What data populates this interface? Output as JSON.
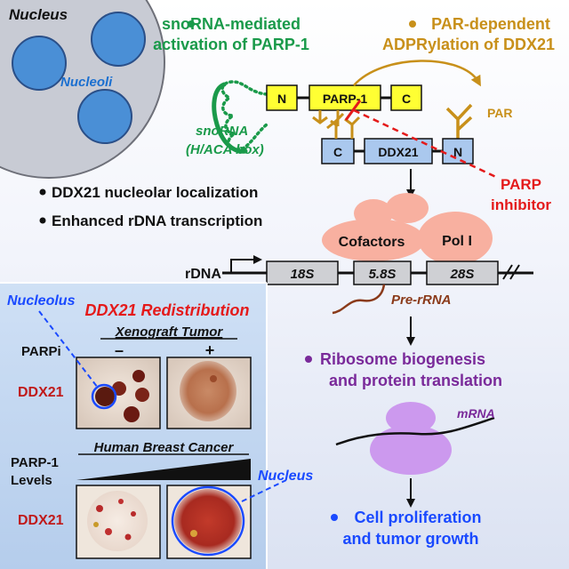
{
  "colors": {
    "green": "#1a9a4a",
    "gold": "#c8901a",
    "red": "#e41a1a",
    "purple": "#7a2a9a",
    "blue": "#1a4aff",
    "box_yellow": "#ffff33",
    "box_blue": "#aac8ee",
    "pink_cofactor": "#f8b0a0",
    "ribosome": "#cc99ee",
    "nucleus_fill": "#c8cbd4",
    "nucleoli_fill": "#4a8fd6",
    "prerna": "#8a3a1a"
  },
  "nucleus_panel": {
    "nucleus_label": "Nucleus",
    "nucleoli_label": "Nucleoli"
  },
  "headings": {
    "sno_line1": "snoRNA-mediated",
    "sno_line2": "activation of PARP-1",
    "par_line1": "PAR-dependent",
    "par_line2": "ADPRylation of DDX21"
  },
  "parp_complex": {
    "n_label": "N",
    "parp_label": "PARP-1",
    "c_label": "C",
    "par_label": "PAR",
    "ddx_c_label": "C",
    "ddx_label": "DDX21",
    "ddx_n_label": "N",
    "snorna_line1": "snoRNA",
    "snorna_line2": "(H/ACA box)",
    "inhibitor_line1": "PARP",
    "inhibitor_line2": "inhibitor"
  },
  "outcomes": {
    "line1": "DDX21 nucleolar localization",
    "line2": "Enhanced rDNA transcription"
  },
  "transcription": {
    "cofactors": "Cofactors",
    "poli": "Pol I",
    "rdna": "rDNA",
    "seg1": "18S",
    "seg2": "5.8S",
    "seg3": "28S",
    "prerna": "Pre-rRNA"
  },
  "ribosome": {
    "line1": "Ribosome biogenesis",
    "line2": "and protein translation",
    "mrna": "mRNA"
  },
  "proliferation": {
    "line1": "Cell proliferation",
    "line2": "and tumor growth"
  },
  "inset": {
    "nucleolus_label": "Nucleolus",
    "title": "DDX21 Redistribution",
    "xenograft": "Xenograft Tumor",
    "parpi": "PARPi",
    "minus": "–",
    "plus": "+",
    "ddx21_row1": "DDX21",
    "breast": "Human Breast Cancer",
    "parp1_line1": "PARP-1",
    "parp1_line2": "Levels",
    "ddx21_row2": "DDX21",
    "nucleus_label": "Nucleus"
  }
}
